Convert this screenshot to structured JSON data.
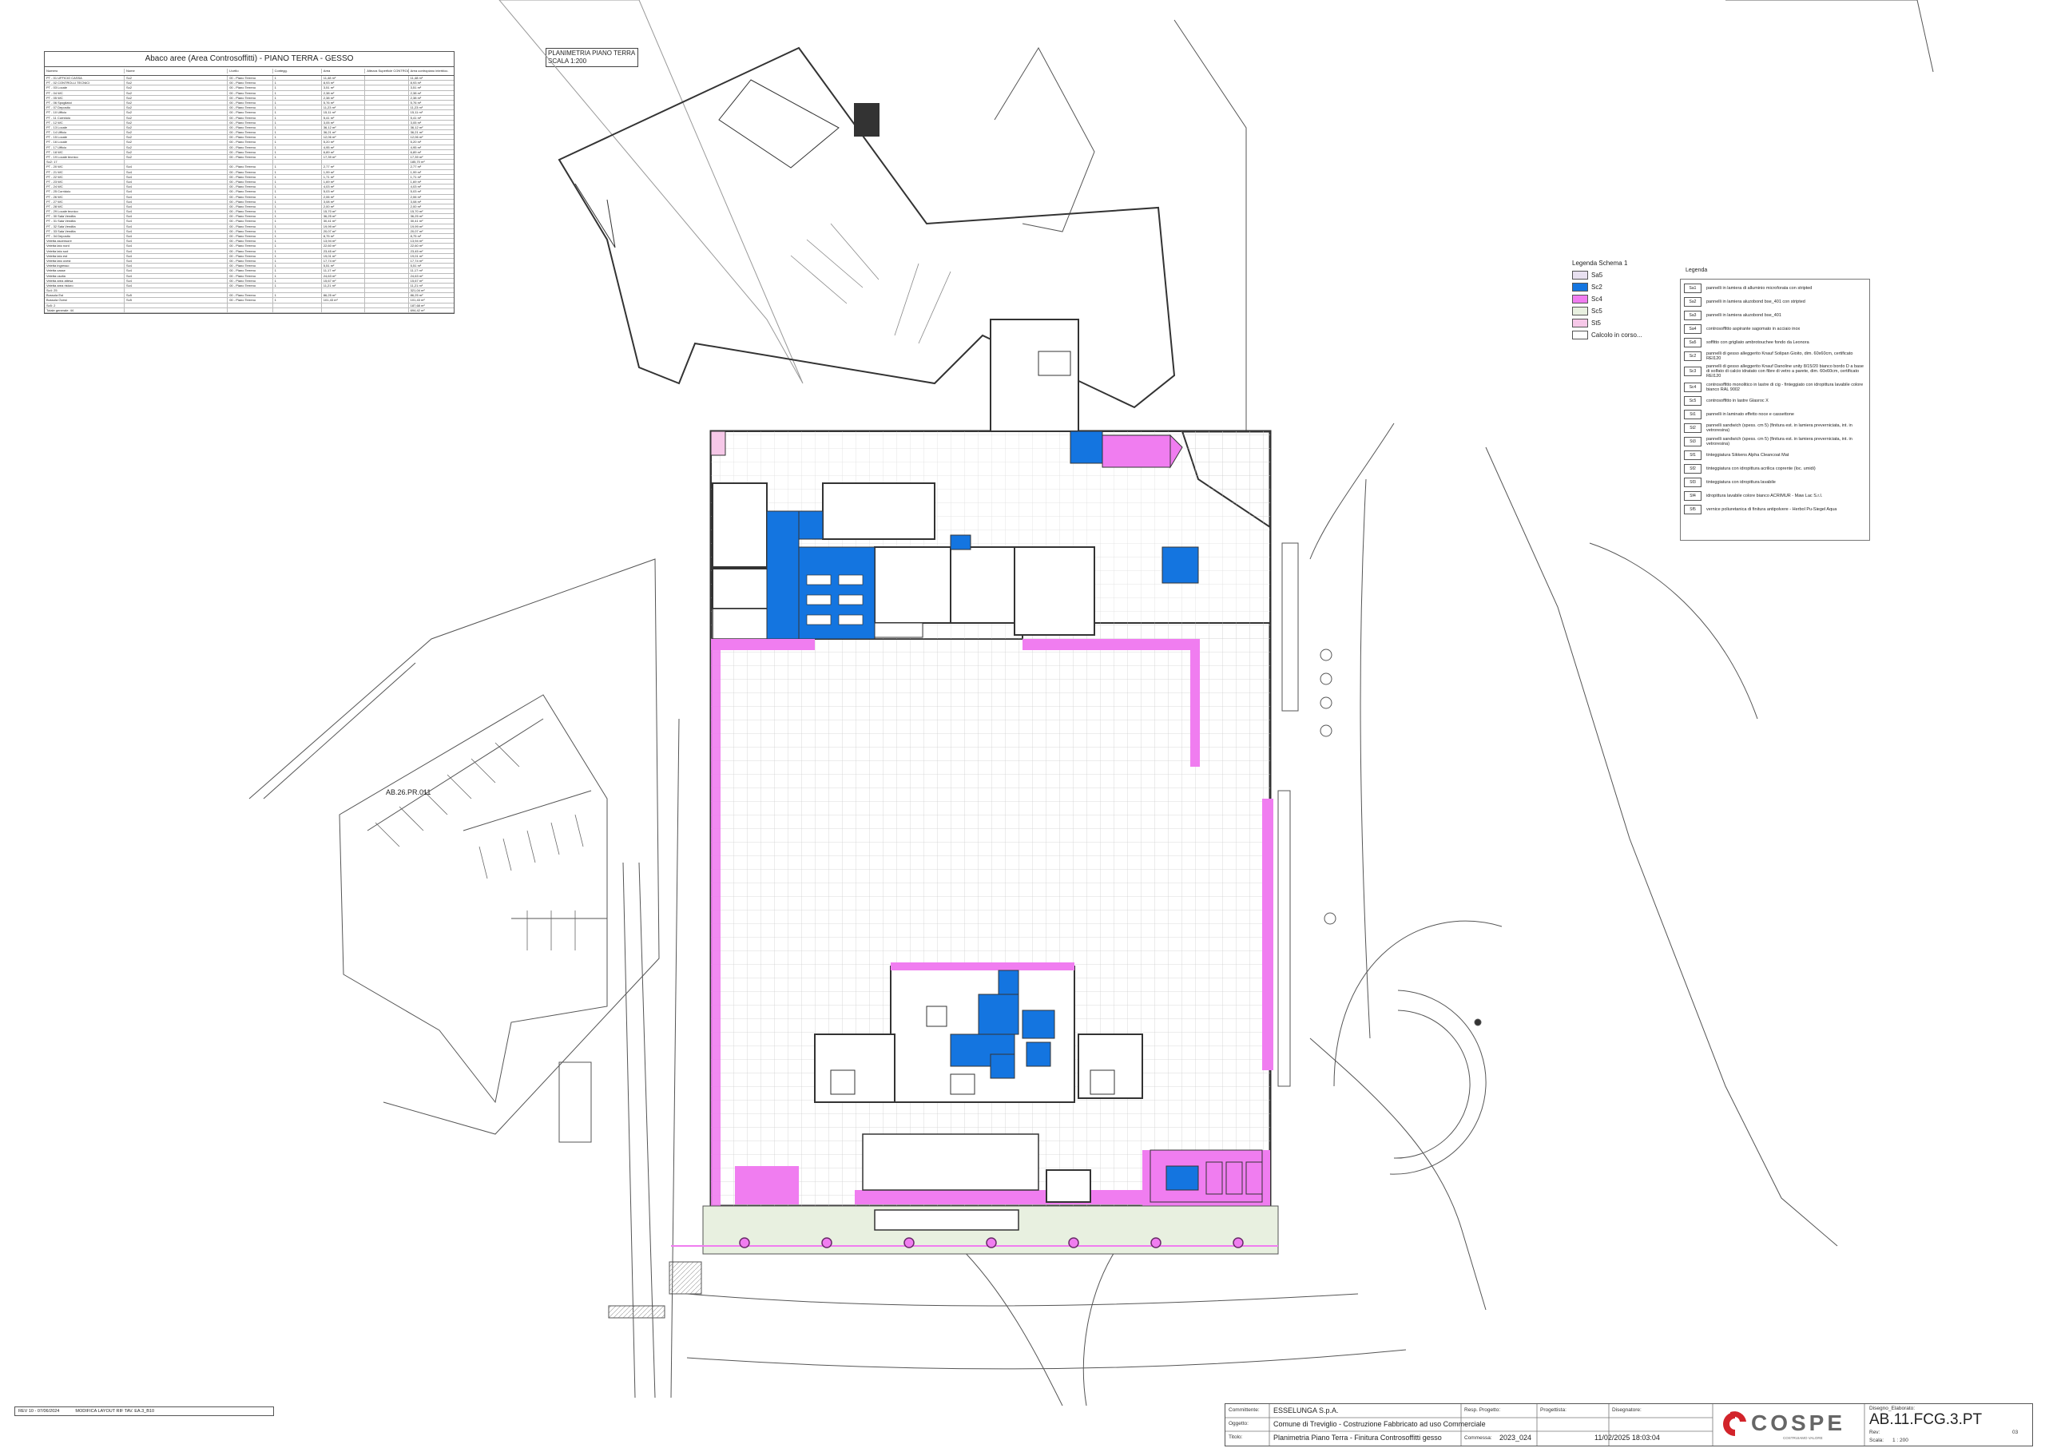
{
  "abaco": {
    "title": "Abaco aree (Area Controsoffitti) - PIANO TERRA - GESSO",
    "headers": [
      "Numero",
      "Nome",
      "Livello",
      "Contegg.",
      "Area",
      "Altezza Superficie CONTROLL.",
      "Area contropiano interbloc."
    ],
    "group1_rows": [
      [
        "PT - 01 UFFICIO CASSA",
        "Sc2",
        "00 - Piano Terreno",
        "1",
        "11,48 m²",
        "",
        "11,48 m²"
      ],
      [
        "PT - 02 CONTROLLI TECNICI",
        "Sc2",
        "00 - Piano Terreno",
        "1",
        "8,93 m²",
        "",
        "8,93 m²"
      ],
      [
        "PT - 03 Locale",
        "Sc2",
        "00 - Piano Terreno",
        "1",
        "3,51 m²",
        "",
        "3,51 m²"
      ],
      [
        "PT - 04 WC",
        "Sc2",
        "00 - Piano Terreno",
        "1",
        "2,38 m²",
        "",
        "2,38 m²"
      ],
      [
        "PT - 05 WC",
        "Sc2",
        "00 - Piano Terreno",
        "1",
        "2,38 m²",
        "",
        "2,38 m²"
      ],
      [
        "PT - 06 Spogliatoi",
        "Sc2",
        "00 - Piano Terreno",
        "1",
        "5,76 m²",
        "",
        "5,76 m²"
      ],
      [
        "PT - 07 Deposito",
        "Sc2",
        "00 - Piano Terreno",
        "1",
        "11,23 m²",
        "",
        "11,23 m²"
      ],
      [
        "PT - 10 Ufficio",
        "Sc2",
        "00 - Piano Terreno",
        "1",
        "15,11 m²",
        "",
        "15,11 m²"
      ],
      [
        "PT - 11 Corridoio",
        "Sc2",
        "00 - Piano Terreno",
        "1",
        "5,41 m²",
        "",
        "5,41 m²"
      ],
      [
        "PT - 12 WC",
        "Sc2",
        "00 - Piano Terreno",
        "1",
        "3,05 m²",
        "",
        "3,05 m²"
      ],
      [
        "PT - 13 Locale",
        "Sc2",
        "00 - Piano Terreno",
        "1",
        "36,12 m²",
        "",
        "36,12 m²"
      ],
      [
        "PT - 14 Ufficio",
        "Sc2",
        "00 - Piano Terreno",
        "1",
        "36,21 m²",
        "",
        "36,21 m²"
      ],
      [
        "PT - 15 Locale",
        "Sc2",
        "00 - Piano Terreno",
        "1",
        "12,06 m²",
        "",
        "12,06 m²"
      ],
      [
        "PT - 16 Locale",
        "Sc2",
        "00 - Piano Terreno",
        "1",
        "5,20 m²",
        "",
        "5,20 m²"
      ],
      [
        "PT - 17 Ufficio",
        "Sc2",
        "00 - Piano Terreno",
        "1",
        "4,95 m²",
        "",
        "4,95 m²"
      ],
      [
        "PT - 18 WC",
        "Sc2",
        "00 - Piano Terreno",
        "1",
        "6,89 m²",
        "",
        "6,89 m²"
      ],
      [
        "PT - 19 Locale tecnico",
        "Sc2",
        "00 - Piano Terreno",
        "1",
        "17,39 m²",
        "",
        "17,39 m²"
      ]
    ],
    "group1_total": [
      "Sc2: 17",
      "",
      "",
      "",
      "",
      "",
      "185,70 m²"
    ],
    "group2_rows": [
      [
        "PT - 20 WC",
        "Sc4",
        "00 - Piano Terreno",
        "1",
        "2,77 m²",
        "",
        "2,77 m²"
      ],
      [
        "PT - 21 WC",
        "Sc4",
        "00 - Piano Terreno",
        "1",
        "1,99 m²",
        "",
        "1,99 m²"
      ],
      [
        "PT - 22 WC",
        "Sc4",
        "00 - Piano Terreno",
        "1",
        "1,71 m²",
        "",
        "1,71 m²"
      ],
      [
        "PT - 23 WC",
        "Sc4",
        "00 - Piano Terreno",
        "1",
        "1,69 m²",
        "",
        "1,69 m²"
      ],
      [
        "PT - 24 WC",
        "Sc4",
        "00 - Piano Terreno",
        "1",
        "4,03 m²",
        "",
        "4,03 m²"
      ],
      [
        "PT - 25 Corridoio",
        "Sc4",
        "00 - Piano Terreno",
        "1",
        "5,03 m²",
        "",
        "5,03 m²"
      ],
      [
        "PT - 26 WC",
        "Sc4",
        "00 - Piano Terreno",
        "1",
        "2,06 m²",
        "",
        "2,06 m²"
      ],
      [
        "PT - 27 WC",
        "Sc4",
        "00 - Piano Terreno",
        "1",
        "3,08 m²",
        "",
        "3,08 m²"
      ],
      [
        "PT - 28 WC",
        "Sc4",
        "00 - Piano Terreno",
        "1",
        "2,00 m²",
        "",
        "2,00 m²"
      ],
      [
        "PT - 29 Locale tecnico",
        "Sc4",
        "00 - Piano Terreno",
        "1",
        "15,70 m²",
        "",
        "15,70 m²"
      ],
      [
        "PT - 30 Sala Vendita",
        "Sc4",
        "00 - Piano Terreno",
        "1",
        "36,25 m²",
        "",
        "36,25 m²"
      ],
      [
        "PT - 31 Sala Vendita",
        "Sc4",
        "00 - Piano Terreno",
        "1",
        "30,41 m²",
        "",
        "30,41 m²"
      ],
      [
        "PT - 32 Sala Vendita",
        "Sc4",
        "00 - Piano Terreno",
        "1",
        "19,99 m²",
        "",
        "19,99 m²"
      ],
      [
        "PT - 33 Sala Vendita",
        "Sc4",
        "00 - Piano Terreno",
        "1",
        "20,07 m²",
        "",
        "20,07 m²"
      ],
      [
        "PT - 34 Deposito",
        "Sc4",
        "00 - Piano Terreno",
        "1",
        "8,75 m²",
        "",
        "8,75 m²"
      ],
      [
        "Veletta ascensore",
        "Sc4",
        "00 - Piano Terreno",
        "1",
        "13,94 m²",
        "",
        "13,94 m²"
      ],
      [
        "Veletta lato nord",
        "Sc4",
        "00 - Piano Terreno",
        "1",
        "22,60 m²",
        "",
        "22,60 m²"
      ],
      [
        "Veletta lato sud",
        "Sc4",
        "00 - Piano Terreno",
        "1",
        "23,45 m²",
        "",
        "23,45 m²"
      ],
      [
        "Veletta lato est",
        "Sc4",
        "00 - Piano Terreno",
        "1",
        "19,01 m²",
        "",
        "19,01 m²"
      ],
      [
        "Veletta lato ovest",
        "Sc4",
        "00 - Piano Terreno",
        "1",
        "17,74 m²",
        "",
        "17,74 m²"
      ],
      [
        "Veletta ingresso",
        "Sc4",
        "00 - Piano Terreno",
        "1",
        "5,51 m²",
        "",
        "5,51 m²"
      ],
      [
        "Veletta casse",
        "Sc4",
        "00 - Piano Terreno",
        "1",
        "11,17 m²",
        "",
        "11,17 m²"
      ],
      [
        "Veletta uscita",
        "Sc4",
        "00 - Piano Terreno",
        "1",
        "24,63 m²",
        "",
        "24,63 m²"
      ],
      [
        "Veletta area attesa",
        "Sc4",
        "00 - Piano Terreno",
        "1",
        "15,67 m²",
        "",
        "15,67 m²"
      ],
      [
        "Veletta area ristoro",
        "Sc4",
        "00 - Piano Terreno",
        "1",
        "11,21 m²",
        "",
        "11,21 m²"
      ]
    ],
    "group2_total": [
      "Sc4: 25",
      "",
      "",
      "",
      "",
      "",
      "321,04 m²"
    ],
    "group3_rows": [
      [
        "Bussola Est",
        "Sc5",
        "00 - Piano Terreno",
        "1",
        "86,25 m²",
        "",
        "86,25 m²"
      ],
      [
        "Bussola Ovest",
        "Sc5",
        "00 - Piano Terreno",
        "1",
        "101,43 m²",
        "",
        "101,43 m²"
      ]
    ],
    "group3_total": [
      "Sc5: 2",
      "",
      "",
      "",
      "",
      "",
      "187,68 m²"
    ],
    "grand_total": [
      "Totale generale: 44",
      "",
      "",
      "",
      "",
      "",
      "694,42 m²"
    ]
  },
  "plan_title": {
    "line1": "PLANIMETRIA PIANO TERRA",
    "line2": "SCALA 1:200"
  },
  "legend_schema": {
    "title": "Legenda Schema 1",
    "items": [
      {
        "code": "Sa5",
        "color": "#e8e0f0"
      },
      {
        "code": "Sc2",
        "color": "#1475e0"
      },
      {
        "code": "Sc4",
        "color": "#f07df0"
      },
      {
        "code": "Sc5",
        "color": "#e8f0e0"
      },
      {
        "code": "St5",
        "color": "#f6c8e8"
      },
      {
        "code": "Calcolo in corso...",
        "color": "#ffffff"
      }
    ]
  },
  "legend_main": {
    "title": "Legenda",
    "items": [
      {
        "code": "Sa1",
        "desc": "pannelli in lamiera di alluminio microforata con stripted"
      },
      {
        "code": "Sa2",
        "desc": "pannelli in lamiera aluzobond bse_401 con stripted"
      },
      {
        "code": "Sa3",
        "desc": "pannelli in lamiera aluzobond bse_401"
      },
      {
        "code": "Sa4",
        "desc": "controsoffitto aspirante sagomato in acciaio inox"
      },
      {
        "code": "Sa5",
        "desc": "soffitto con grigliato ambrotouchee fondo da Leonora"
      },
      {
        "code": "Sc2",
        "desc": "pannelli di gesso alleggerito Knauf Solipan Gioito, dim. 60x60cm, certificato REI120"
      },
      {
        "code": "Sc3",
        "desc": "pannelli di gesso alleggerito Knauf Danoline unity 8/15/20 bianco bordo D a base di solfato di calcio idratato con fibre di vetro a parete, dim. 60x60cm, certificato REI120"
      },
      {
        "code": "Sc4",
        "desc": "controsoffitto monolitico in lastre di cig - finteggiato con idropittura lavabile colore bianco RAL 9002"
      },
      {
        "code": "Sc5",
        "desc": "controsoffitto in lastre Glasroc X"
      },
      {
        "code": "St1",
        "desc": "pannelli in laminato effetto noce e cassettone"
      },
      {
        "code": "St2",
        "desc": "pannelli sandwich (spess. cm 5) (finitura est. in lamiera preverniciata, int. in vetroresina)"
      },
      {
        "code": "St3",
        "desc": "pannelli sandwich (spess. cm 5) (finitura est. in lamiera preverniciata, int. in vetroresina)"
      },
      {
        "code": "Sf1",
        "desc": "tinteggiatura Sikkens Alpha Cleancoat Mat"
      },
      {
        "code": "Sf2",
        "desc": "tinteggiatura con idropittura acrilica coprente (loc. umidi)"
      },
      {
        "code": "Sf3",
        "desc": "tinteggiatura con idropittura lavabile"
      },
      {
        "code": "Sf4",
        "desc": "idropittura lavabile colore bianco ACRIMUR - Maw Lac S.r.l."
      },
      {
        "code": "Sf5",
        "desc": "vernice poliuretanica di finitura antipolvere - Herbol Pu-Siegel Aqua"
      }
    ]
  },
  "plan_labels": {
    "ab_label": "AB.26.PR.011"
  },
  "rev_box": {
    "rev": "REV 10 - 07/06/2024",
    "desc": "MODIFICA LAYOUT RIF TAV. EA.3_B10"
  },
  "title_block": {
    "committente_lbl": "Committente:",
    "committente": "ESSELUNGA S.p.A.",
    "oggetto_lbl": "Oggetto:",
    "oggetto": "Comune di Treviglio - Costruzione Fabbricato ad uso Commerciale",
    "titolo_lbl": "Titolo:",
    "titolo": "Planimetria Piano Terra - Finitura Controsoffitti gesso",
    "resp_lbl": "Resp. Progetto:",
    "progettista_lbl": "Progettista:",
    "disegnatore_lbl": "Disegnatore:",
    "commessa_lbl": "Commessa:",
    "commessa": "2023_024",
    "date": "11/02/2025 18:03:04",
    "logo_text": "COSPE",
    "logo_sub": "COSTRUIAMO VALORE",
    "disegno_lbl": "Disegno_Elaborato:",
    "disegno": "AB.11.FCG.3.PT",
    "rev_lbl": "Rev:",
    "scala_lbl": "Scala:",
    "scala": "1 : 200",
    "sheet": "03"
  },
  "colors": {
    "sc2_blue": "#1475e0",
    "sc4_magenta": "#f07df0",
    "line": "#333333",
    "grid": "#c8c8c8"
  }
}
